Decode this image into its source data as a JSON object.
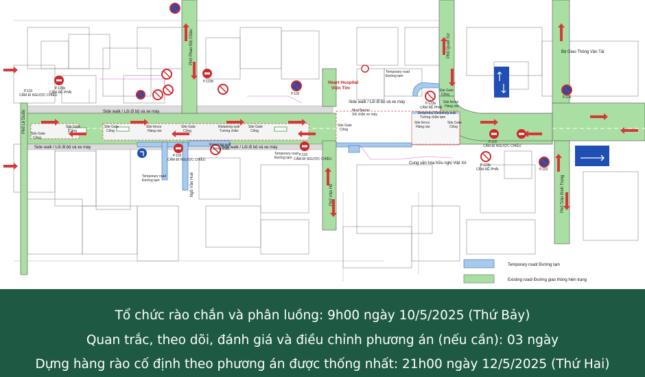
{
  "map": {
    "streets": {
      "pham_hung_right": "Phố Quán Sứ",
      "phan_boi_chau": "Phố Phan Bội Châu",
      "la_duan": "Phố Lê Duẩn",
      "ngo_van_hue": "Ngõ Văn Huệ",
      "vo_van_tan": "Phố Vân Hồ",
      "tran_binh_trong": "Phố Trần Bình Trọng"
    },
    "buildings": {
      "heart_hospital": "Heart Hospital",
      "vien_tim": "Viện Tim",
      "bo_gtvt": "Bộ Giao Thông Vận Tải",
      "cung_van_hoa": "Cung văn hóa hữu nghị Việt Xô"
    },
    "labels": {
      "side_walk": "Side walk / Lối đi bộ và xe máy",
      "site_gate": "Site Gate",
      "cong": "Cổng",
      "site_fence": "Site fence",
      "hang_rao": "Hàng rào",
      "retaining_wall": "Retaining wall",
      "tuong_chan": "Tường chắn",
      "temporary_road": "Temporary road",
      "duong_tam": "Đường tạm",
      "temp_retaining": "Temporary Retaining wall",
      "tuong_chan_tam": "Tường chắn tạm",
      "mud_barrier": "Mud Barrier",
      "so_chan_xe": "Sỏi chắn xe máy",
      "sign_p102": "P.102",
      "sign_p123b": "P.123b",
      "cam_re_phai": "CẤM RẼ PHẢI",
      "cam_di_nguoc": "CẤM ĐI NGƯỢC CHIỀU"
    },
    "legend": {
      "temporary": "Temporary road/ Đường tạm",
      "existing": "Existing road/ Đường giao thông hiện trạng",
      "temp_color": "#a7c9ec",
      "existing_color": "#a9dfa2"
    }
  },
  "colors": {
    "road": "#a9dfa2",
    "road_border": "#666666",
    "temp_road": "#a7c9ec",
    "footer_bg": "#1e5a43",
    "sign_red": "#d0262b",
    "sign_blue": "#1f4fb2",
    "arrow_red": "#d83737"
  },
  "footer": {
    "line1": "Tổ chức rào chắn và phân luồng: 9h00 ngày 10/5/2025 (Thứ Bảy)",
    "line2": "Quan trắc, theo dõi, đánh giá và điều chỉnh phương án (nếu cần): 03 ngày",
    "line3": "Dựng hàng rào cố định theo phương án được thống nhất: 21h00 ngày 12/5/2025 (Thứ Hai)"
  }
}
